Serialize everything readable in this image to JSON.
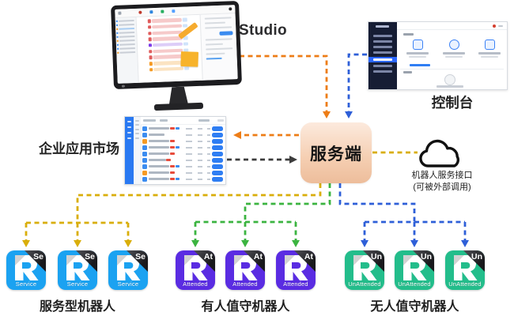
{
  "diagram": {
    "studio": {
      "label": "Studio"
    },
    "console": {
      "label": "控制台"
    },
    "market": {
      "label": "企业应用市场"
    },
    "server": {
      "label": "服务端"
    },
    "cloud": {
      "caption_line1": "机器人服务接口",
      "caption_line2": "(可被外部调用)"
    },
    "robot_groups": [
      {
        "id": "service",
        "badge": "Se",
        "icon_text": "Service",
        "label": "服务型机器人",
        "color": "#1BA2F1",
        "count": 3,
        "connector_color": "#D9AE0A"
      },
      {
        "id": "attended",
        "badge": "At",
        "icon_text": "Attended",
        "label": "有人值守机器人",
        "color": "#5A2CE2",
        "count": 3,
        "connector_color": "#3BB440"
      },
      {
        "id": "unattended",
        "badge": "Un",
        "icon_text": "UnAttended",
        "label": "无人值守机器人",
        "color": "#23BD8B",
        "count": 3,
        "connector_color": "#2E5FD8"
      }
    ],
    "connector_colors": {
      "studio_to_server": "#ED7D17",
      "console_to_server": "#2E5FD8",
      "server_to_market": "#ED7D17",
      "market_to_server": "#3C3C3C",
      "server_to_cloud": "#D9AE0A"
    },
    "server_fill": "#F5CEB1"
  }
}
